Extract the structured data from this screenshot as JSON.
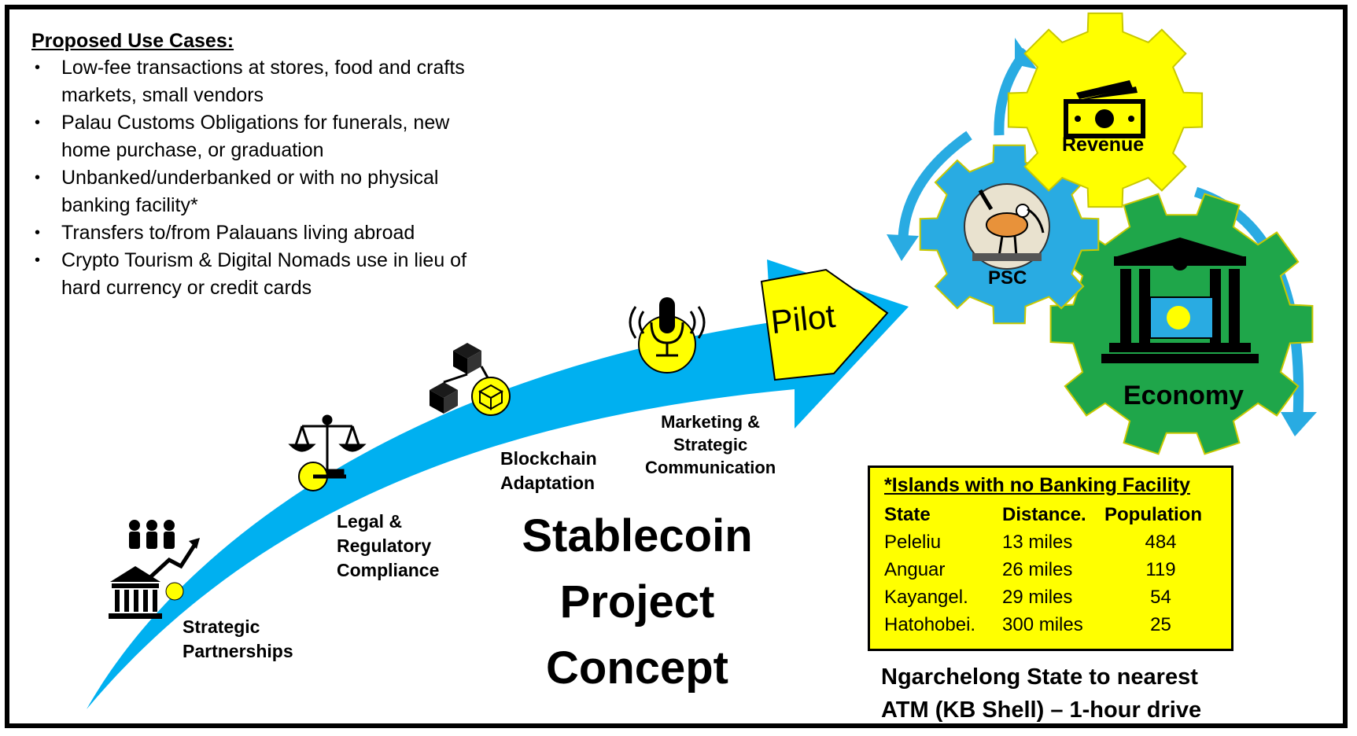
{
  "use_cases": {
    "heading": "Proposed Use Cases:",
    "items": [
      "Low-fee  transactions at stores, food and crafts markets, small vendors",
      "Palau Customs Obligations for funerals, new home purchase, or graduation",
      "Unbanked/underbanked or with no physical banking facility*",
      "Transfers to/from Palauans living abroad",
      "Crypto Tourism & Digital Nomads use in lieu of hard currency or credit cards"
    ]
  },
  "stages": [
    {
      "icon": "partnership-icon",
      "label_line1": "Strategic",
      "label_line2": "Partnerships"
    },
    {
      "icon": "scales-icon",
      "label_line1": "Legal &",
      "label_line2": "Regulatory",
      "label_line3": "Compliance"
    },
    {
      "icon": "blockchain-icon",
      "label_line1": "Blockchain",
      "label_line2": "Adaptation"
    },
    {
      "icon": "microphone-icon",
      "label_line1": "Marketing &",
      "label_line2": "Strategic",
      "label_line3": "Communication"
    }
  ],
  "pilot": {
    "label": "Pilot"
  },
  "title": {
    "line1": "Stablecoin",
    "line2": "Project",
    "line3": "Concept"
  },
  "gears": {
    "revenue": {
      "label": "Revenue",
      "icon": "cash-icon",
      "color": "#ffff00"
    },
    "psc": {
      "label": "PSC",
      "icon": "bird-logo-icon",
      "color": "#29abe2"
    },
    "economy": {
      "label": "Economy",
      "icon": "bank-building-icon",
      "color": "#1fa64a"
    }
  },
  "islands_table": {
    "title": "*Islands with no Banking Facility",
    "headers": [
      "State",
      "Distance.",
      "Population"
    ],
    "rows": [
      [
        "Peleliu",
        "13 miles",
        "484"
      ],
      [
        "Anguar",
        "26 miles",
        "119"
      ],
      [
        "Kayangel.",
        "29 miles",
        "54"
      ],
      [
        "Hatohobei.",
        "300 miles",
        "25"
      ]
    ]
  },
  "atm_note": {
    "line1": "Ngarchelong State to nearest",
    "line2": "ATM (KB Shell) – 1-hour drive"
  },
  "colors": {
    "arrow_blue": "#00b0f0",
    "yellow": "#ffff00",
    "green": "#22a84a",
    "light_blue": "#29abe2"
  }
}
